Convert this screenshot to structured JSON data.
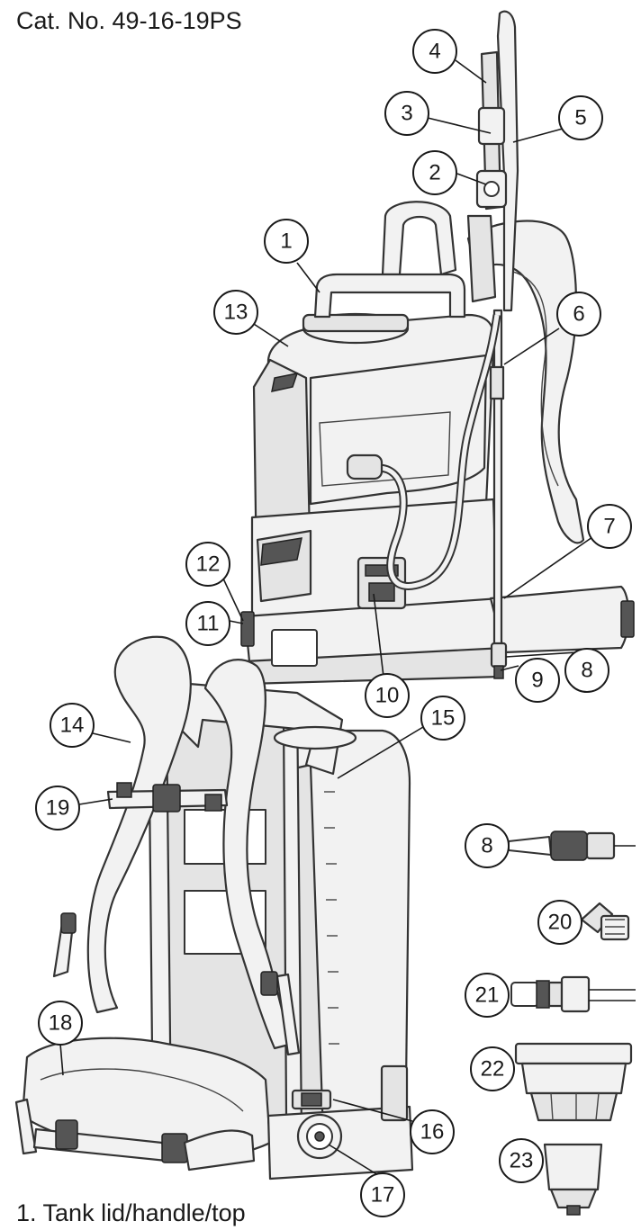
{
  "header": {
    "catalog_number": "Cat. No. 49-16-19PS"
  },
  "caption": {
    "first_item": "1. Tank lid/handle/top"
  },
  "callouts": [
    "1",
    "2",
    "3",
    "4",
    "5",
    "6",
    "7",
    "8",
    "9",
    "10",
    "11",
    "12",
    "13",
    "14",
    "15",
    "16",
    "17",
    "18",
    "19",
    "8",
    "20",
    "21",
    "22",
    "23"
  ],
  "illustrations": {
    "front_view": "sprayer-front-drawing",
    "rear_view": "sprayer-rear-drawing",
    "accessories": [
      "nozzle-drawing",
      "elbow-fitting-drawing",
      "adapter-drawing",
      "filter-basket-drawing",
      "strainer-cup-drawing"
    ]
  }
}
